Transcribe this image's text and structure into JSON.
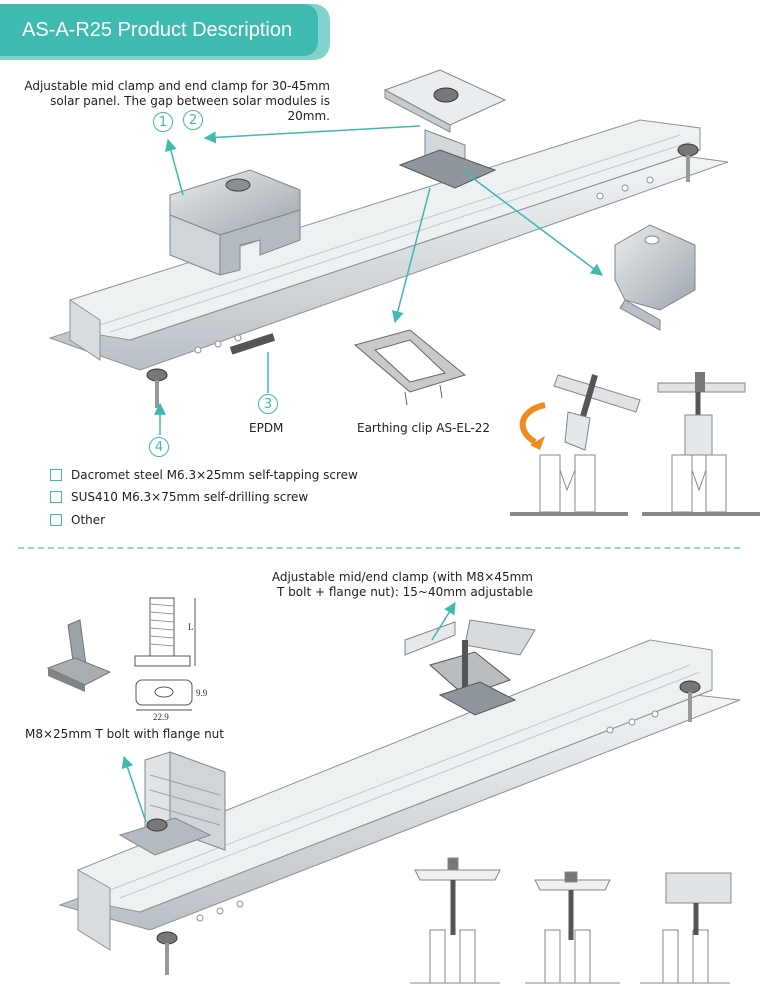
{
  "header": {
    "title": "AS-A-R25 Product Description"
  },
  "top": {
    "caption_line1": "Adjustable mid clamp and end clamp for 30-45mm",
    "caption_line2": "solar panel. The gap between solar modules is 20mm.",
    "markers": [
      "1",
      "2",
      "3",
      "4"
    ],
    "epdm_label": "EPDM",
    "earthing_label": "Earthing clip AS-EL-22",
    "options": [
      {
        "label": "Dacromet steel M6.3×25mm self-tapping screw"
      },
      {
        "label": "SUS410 M6.3×75mm self-drilling screw"
      },
      {
        "label": "Other"
      }
    ]
  },
  "bottom": {
    "clamp_caption_line1": "Adjustable mid/end clamp (with M8×45mm",
    "clamp_caption_line2": "T bolt + flange nut): 15~40mm adjustable",
    "bolt_caption": "M8×25mm T bolt with flange nut",
    "dim_length": "L",
    "dim_height": "9.9",
    "dim_width": "22.9"
  },
  "colors": {
    "teal": "#3fbab0",
    "teal_light": "#7fd3cc",
    "metal": "#dfe3e6",
    "metal_dark": "#9aa3aa",
    "arrow_orange": "#f08c1e"
  }
}
